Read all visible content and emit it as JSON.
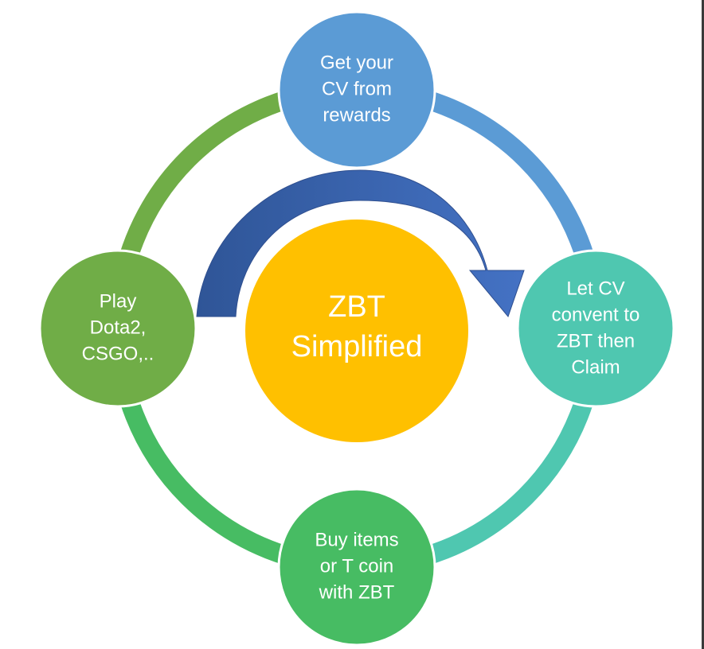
{
  "diagram": {
    "center": {
      "lines": [
        "ZBT",
        "Simplified"
      ],
      "color": "#FFC000"
    },
    "nodes": [
      {
        "id": "top",
        "lines": [
          "Get your",
          "CV from",
          "rewards"
        ],
        "color": "#5B9BD5"
      },
      {
        "id": "right",
        "lines": [
          "Let CV",
          "convent to",
          "ZBT then",
          "Claim"
        ],
        "color": "#4FC7B0"
      },
      {
        "id": "bottom",
        "lines": [
          "Buy items",
          "or T coin",
          "with ZBT"
        ],
        "color": "#47BC63"
      },
      {
        "id": "left",
        "lines": [
          "Play",
          "Dota2,",
          "CSGO,.."
        ],
        "color": "#70AD47"
      }
    ],
    "ring_colors": {
      "top_to_right": "#5B9BD5",
      "right_to_bottom": "#4FC7B0",
      "bottom_to_left": "#47BC63",
      "left_to_top": "#70AD47"
    },
    "arrow_colors": {
      "start": "#2F5597",
      "end": "#4472C4"
    }
  }
}
